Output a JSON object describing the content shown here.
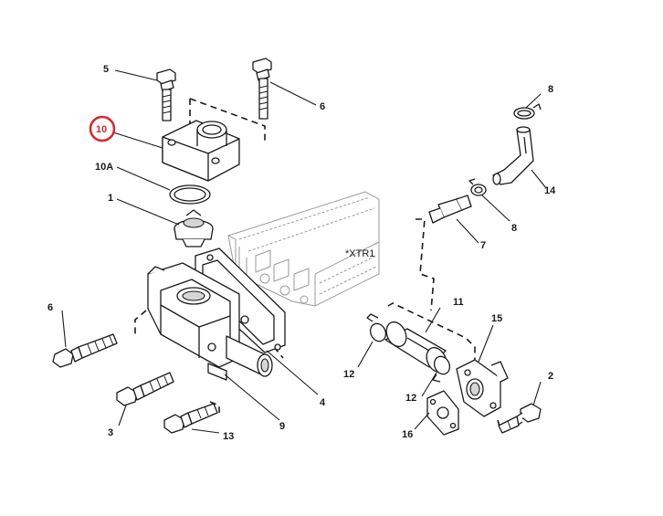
{
  "labels": {
    "l1": "1",
    "l2": "2",
    "l3": "3",
    "l4": "4",
    "l5": "5",
    "l6a": "6",
    "l6b": "6",
    "l7": "7",
    "l8a": "8",
    "l8b": "8",
    "l9": "9",
    "l10": "10",
    "l10a": "10A",
    "l11": "11",
    "l12a": "12",
    "l12b": "12",
    "l13": "13",
    "l14": "14",
    "l15": "15",
    "l16": "16",
    "xtr": "*XTR1"
  },
  "highlight": {
    "part": "10",
    "color": "#d9262c"
  },
  "colors": {
    "line": "#1a1a1a",
    "engine_block": "#9a9a9a",
    "background": "#ffffff"
  }
}
